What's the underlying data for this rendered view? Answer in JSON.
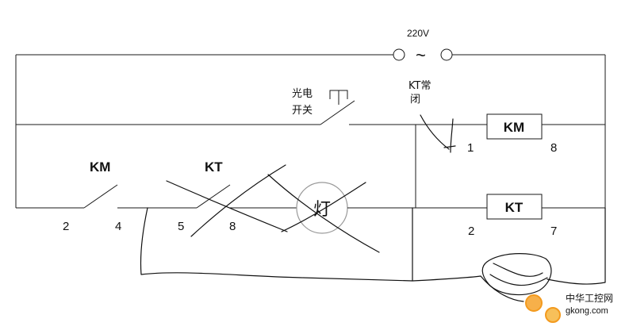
{
  "supply": {
    "voltage": "220V",
    "ac_symbol": "~"
  },
  "sensor_switch": {
    "line1": "光电",
    "line2": "开关"
  },
  "kt_nc_contact": {
    "line1": "KT常",
    "line2": "闭"
  },
  "contacts": {
    "km_label": "KM",
    "kt_label": "KT",
    "km_num_left": "2",
    "km_num_right": "4",
    "kt_num_left": "5",
    "kt_num_right": "8"
  },
  "lamp": {
    "label": "灯"
  },
  "coils": {
    "km": {
      "label": "KM",
      "num_left": "1",
      "num_right": "8"
    },
    "kt": {
      "label": "KT",
      "num_left": "2",
      "num_right": "7"
    }
  },
  "watermark": {
    "text": "中华工控网",
    "url": "gkong.com"
  },
  "colors": {
    "line": "#1a1a1a",
    "lamp_stroke": "#999999",
    "watermark": "#f39a1e"
  }
}
